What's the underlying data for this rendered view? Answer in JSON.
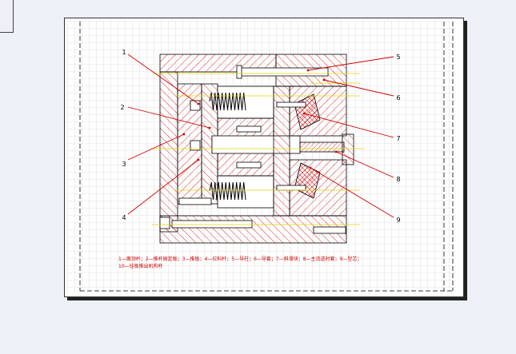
{
  "drawing": {
    "callouts": [
      "1",
      "2",
      "3",
      "4",
      "5",
      "6",
      "7",
      "8",
      "9"
    ],
    "legend_line1": "1—面顶杆；2—推杆固定板；3—推板；4—拉料杆；5—导柱；6—导套；7—斜滑块；8—主流道衬套；9—型芯；",
    "legend_line2": "10—挂板推出机构杆"
  },
  "colors": {
    "background": "#eef0f8",
    "grid": "#c8c8c8",
    "outline": "#000000",
    "hatch": "#d22020",
    "annotation": "#d00000",
    "centerline": "#e8d000"
  }
}
